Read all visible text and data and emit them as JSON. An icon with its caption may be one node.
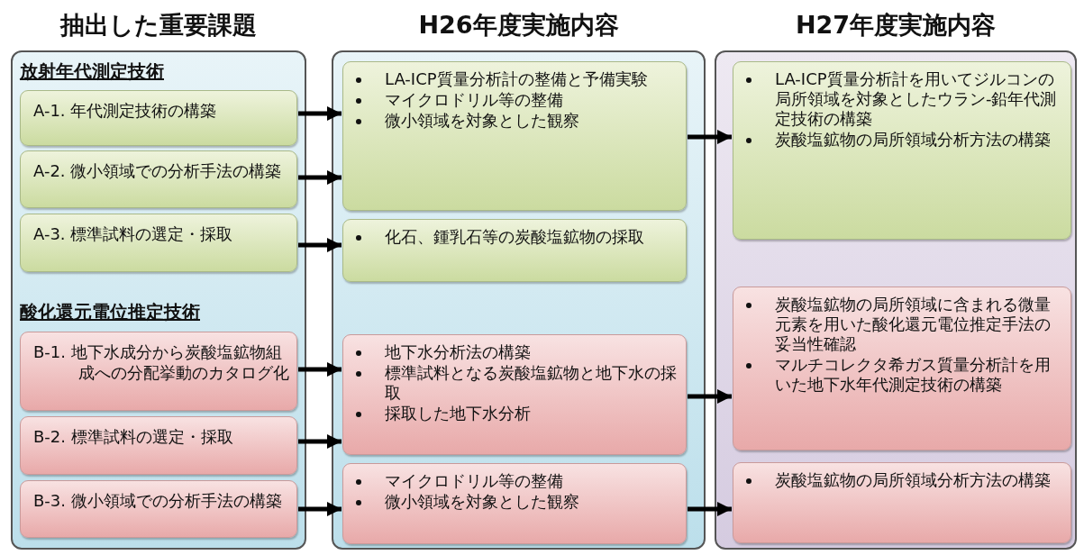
{
  "diagram": {
    "nodes": [
      {
        "text": [
          "抽出した重要課題"
        ]
      },
      {
        "text": [
          "H26年度実施内容"
        ]
      },
      {
        "text": [
          "H27年度実施内容"
        ]
      },
      {
        "text": [
          "A-1. 年代測定技術の構築"
        ],
        "in": 0
      },
      {
        "text": [
          "A-2. 微小領域での分析手法の構築"
        ],
        "in": 0
      },
      {
        "text": [
          "A-3. 標準試料の選定・採取"
        ],
        "in": 0
      },
      {
        "text": [
          "B-1. 地下水成分から炭酸塩鉱物組成への分配挙動のカタログ化"
        ],
        "in": 0
      },
      {
        "text": [
          "B-2. 標準試料の選定・採取"
        ],
        "in": 0
      },
      {
        "text": [
          "B-3. 微小領域での分析手法の構築"
        ],
        "in": 0
      },
      {
        "text": [
          "LA-ICP質量分析計の整備と予備実験",
          "マイクロドリル等の整備",
          "微小領域を対象とした観察"
        ],
        "in": 1
      },
      {
        "text": [
          "化石、鍾乳石等の炭酸塩鉱物の採取"
        ],
        "in": 1
      },
      {
        "text": [
          "地下水分析法の構築",
          "標準試料となる炭酸塩鉱物と地下水の採取",
          "採取した地下水分析"
        ],
        "in": 1
      },
      {
        "text": [
          "マイクロドリル等の整備",
          "微小領域を対象とした観察"
        ],
        "in": 1
      },
      {
        "text": [
          "LA-ICP質量分析計を用いてジルコンの局所領域を対象としたウラン-鉛年代測定技術の構築",
          "炭酸塩鉱物の局所領域分析方法の構築"
        ],
        "in": 2
      },
      {
        "text": [
          "炭酸塩鉱物の局所領域に含まれる微量元素を用いた酸化還元電位推定手法の妥当性確認",
          "マルチコレクタ希ガス質量分析計を用いた地下水年代測定技術の構築"
        ],
        "in": 2
      },
      {
        "text": [
          "炭酸塩鉱物の局所領域分析方法の構築"
        ],
        "in": 2
      }
    ],
    "edges": [
      {
        "from": 3,
        "to": 9,
        "arrow": "to"
      },
      {
        "from": 4,
        "to": 9,
        "arrow": "to"
      },
      {
        "from": 5,
        "to": 10,
        "arrow": "to"
      },
      {
        "from": 6,
        "to": 11,
        "arrow": "to"
      },
      {
        "from": 7,
        "to": 11,
        "arrow": "to"
      },
      {
        "from": 8,
        "to": 12,
        "arrow": "to"
      },
      {
        "from": 9,
        "to": 13,
        "arrow": "to"
      },
      {
        "from": 11,
        "to": 14,
        "arrow": "to"
      },
      {
        "from": 12,
        "to": 15,
        "arrow": "to"
      }
    ],
    "labels": [
      "放射年代測定技術",
      "酸化還元電位推定技術"
    ]
  }
}
